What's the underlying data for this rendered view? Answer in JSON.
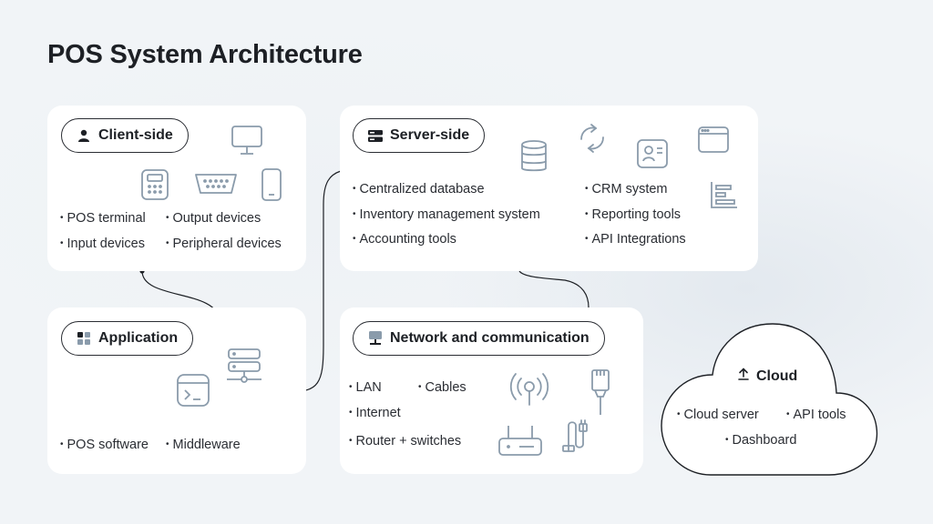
{
  "title": "POS System Architecture",
  "client": {
    "label": "Client-side",
    "items": [
      "POS terminal",
      "Output devices",
      "Input devices",
      "Peripheral devices"
    ]
  },
  "server": {
    "label": "Server-side",
    "items": [
      "Centralized database",
      "Inventory management system",
      "Accounting tools",
      "CRM system",
      "Reporting tools",
      "API Integrations"
    ]
  },
  "application": {
    "label": "Application",
    "items": [
      "POS software",
      "Middleware"
    ]
  },
  "network": {
    "label": "Network and communication",
    "items": [
      "LAN",
      "Cables",
      "Internet",
      "Router + switches"
    ]
  },
  "cloud": {
    "label": "Cloud",
    "items": [
      "Cloud server",
      "API tools",
      "Dashboard"
    ]
  },
  "colors": {
    "background": "#f1f4f7",
    "card": "#ffffff",
    "icon": "#8a9bab",
    "text": "#1d2025"
  }
}
